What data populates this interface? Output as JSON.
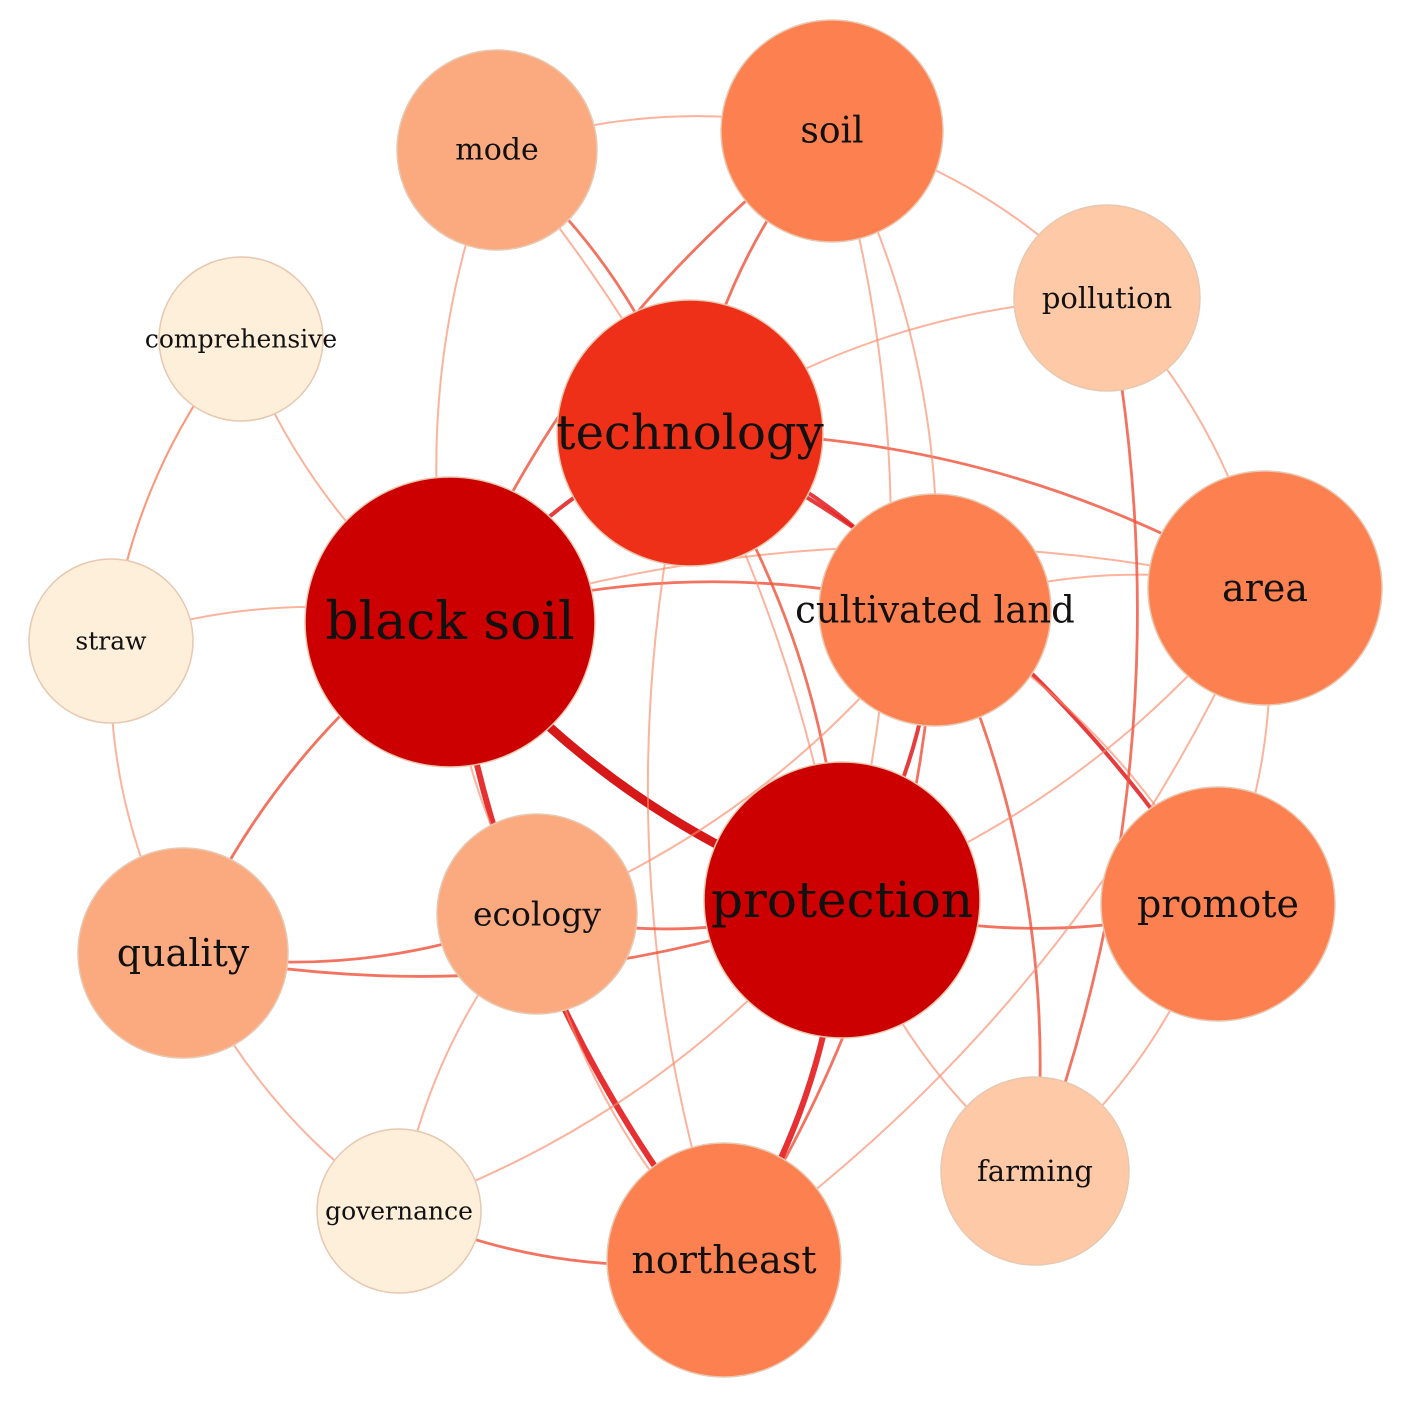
{
  "diagram": {
    "type": "keyword co-occurrence network",
    "colors": {
      "darkest": "#cc0000",
      "dark": "#ee3019",
      "medium": "#fd8150",
      "light": "#fbaa80",
      "pale": "#fec9a6",
      "palest": "#feefdb",
      "edge_strong": "#e31a1c",
      "edge_medium": "#f0503a",
      "edge_light": "#fa8a68",
      "edge_faint": "#fdc4a8"
    },
    "nodes": [
      {
        "id": "black-soil",
        "label": "black soil",
        "tone": "darkest"
      },
      {
        "id": "technology",
        "label": "technology",
        "tone": "dark"
      },
      {
        "id": "protection",
        "label": "protection",
        "tone": "darkest"
      },
      {
        "id": "cultivated-land",
        "label": "cultivated land",
        "tone": "medium"
      },
      {
        "id": "soil",
        "label": "soil",
        "tone": "medium"
      },
      {
        "id": "area",
        "label": "area",
        "tone": "medium"
      },
      {
        "id": "promote",
        "label": "promote",
        "tone": "medium"
      },
      {
        "id": "northeast",
        "label": "northeast",
        "tone": "medium"
      },
      {
        "id": "quality",
        "label": "quality",
        "tone": "light"
      },
      {
        "id": "ecology",
        "label": "ecology",
        "tone": "light"
      },
      {
        "id": "mode",
        "label": "mode",
        "tone": "light"
      },
      {
        "id": "pollution",
        "label": "pollution",
        "tone": "pale"
      },
      {
        "id": "farming",
        "label": "farming",
        "tone": "pale"
      },
      {
        "id": "comprehensive",
        "label": "comprehensive",
        "tone": "palest"
      },
      {
        "id": "straw",
        "label": "straw",
        "tone": "palest"
      },
      {
        "id": "governance",
        "label": "governance",
        "tone": "palest"
      }
    ],
    "edges": [
      {
        "source": "black-soil",
        "target": "protection",
        "weight": 5
      },
      {
        "source": "black-soil",
        "target": "northeast",
        "weight": 4
      },
      {
        "source": "black-soil",
        "target": "technology",
        "weight": 3
      },
      {
        "source": "black-soil",
        "target": "cultivated-land",
        "weight": 2
      },
      {
        "source": "black-soil",
        "target": "soil",
        "weight": 2
      },
      {
        "source": "black-soil",
        "target": "mode",
        "weight": 1
      },
      {
        "source": "black-soil",
        "target": "comprehensive",
        "weight": 1
      },
      {
        "source": "black-soil",
        "target": "straw",
        "weight": 1
      },
      {
        "source": "black-soil",
        "target": "quality",
        "weight": 2
      },
      {
        "source": "black-soil",
        "target": "ecology",
        "weight": 1
      },
      {
        "source": "black-soil",
        "target": "area",
        "weight": 1
      },
      {
        "source": "technology",
        "target": "cultivated-land",
        "weight": 3
      },
      {
        "source": "technology",
        "target": "protection",
        "weight": 2
      },
      {
        "source": "technology",
        "target": "soil",
        "weight": 2
      },
      {
        "source": "technology",
        "target": "mode",
        "weight": 2
      },
      {
        "source": "technology",
        "target": "area",
        "weight": 2
      },
      {
        "source": "technology",
        "target": "promote",
        "weight": 3
      },
      {
        "source": "technology",
        "target": "pollution",
        "weight": 1
      },
      {
        "source": "technology",
        "target": "northeast",
        "weight": 1
      },
      {
        "source": "cultivated-land",
        "target": "protection",
        "weight": 3
      },
      {
        "source": "cultivated-land",
        "target": "area",
        "weight": 1
      },
      {
        "source": "cultivated-land",
        "target": "soil",
        "weight": 1
      },
      {
        "source": "cultivated-land",
        "target": "farming",
        "weight": 2
      },
      {
        "source": "cultivated-land",
        "target": "promote",
        "weight": 1
      },
      {
        "source": "cultivated-land",
        "target": "northeast",
        "weight": 2
      },
      {
        "source": "cultivated-land",
        "target": "ecology",
        "weight": 1
      },
      {
        "source": "protection",
        "target": "northeast",
        "weight": 4
      },
      {
        "source": "protection",
        "target": "promote",
        "weight": 2
      },
      {
        "source": "protection",
        "target": "quality",
        "weight": 2
      },
      {
        "source": "protection",
        "target": "ecology",
        "weight": 2
      },
      {
        "source": "protection",
        "target": "soil",
        "weight": 1
      },
      {
        "source": "protection",
        "target": "area",
        "weight": 1
      },
      {
        "source": "protection",
        "target": "farming",
        "weight": 1
      },
      {
        "source": "protection",
        "target": "governance",
        "weight": 1
      },
      {
        "source": "soil",
        "target": "pollution",
        "weight": 1
      },
      {
        "source": "soil",
        "target": "mode",
        "weight": 1
      },
      {
        "source": "pollution",
        "target": "area",
        "weight": 1
      },
      {
        "source": "pollution",
        "target": "farming",
        "weight": 2
      },
      {
        "source": "area",
        "target": "promote",
        "weight": 1
      },
      {
        "source": "area",
        "target": "northeast",
        "weight": 1
      },
      {
        "source": "promote",
        "target": "farming",
        "weight": 1
      },
      {
        "source": "quality",
        "target": "ecology",
        "weight": 2
      },
      {
        "source": "quality",
        "target": "governance",
        "weight": 1
      },
      {
        "source": "quality",
        "target": "straw",
        "weight": 1
      },
      {
        "source": "ecology",
        "target": "governance",
        "weight": 1
      },
      {
        "source": "ecology",
        "target": "northeast",
        "weight": 1
      },
      {
        "source": "governance",
        "target": "northeast",
        "weight": 2
      },
      {
        "source": "straw",
        "target": "comprehensive",
        "weight": 1
      },
      {
        "source": "mode",
        "target": "protection",
        "weight": 1
      },
      {
        "source": "comprehensive",
        "target": "straw",
        "weight": 1
      }
    ]
  }
}
